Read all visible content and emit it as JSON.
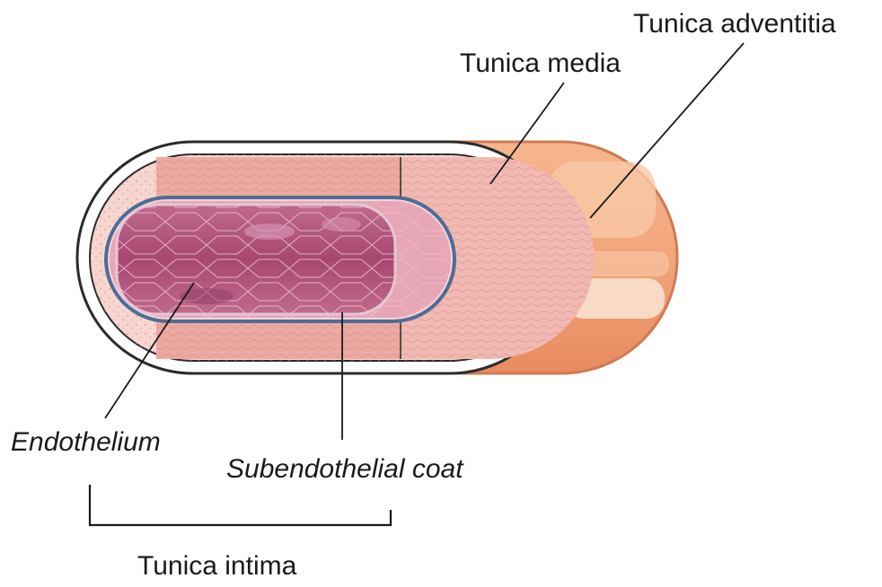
{
  "diagram": {
    "labels": {
      "tunica_adventitia": "Tunica adventitia",
      "tunica_media": "Tunica media",
      "endothelium": "Endothelium",
      "subendothelial_coat": "Subendothelial coat",
      "tunica_intima": "Tunica intima"
    },
    "colors": {
      "adventitia": "#f2a57c",
      "adventitia_highlight": "#fbe1cf",
      "media": "#f1b9b3",
      "media_fibers": "#e8948f",
      "intima_band": "#e8a49a",
      "endothelium": "#b6507a",
      "endothelium_dark": "#8d3a63",
      "membrane_outline": "#4d6d96",
      "outline": "#2b2b2b"
    }
  }
}
